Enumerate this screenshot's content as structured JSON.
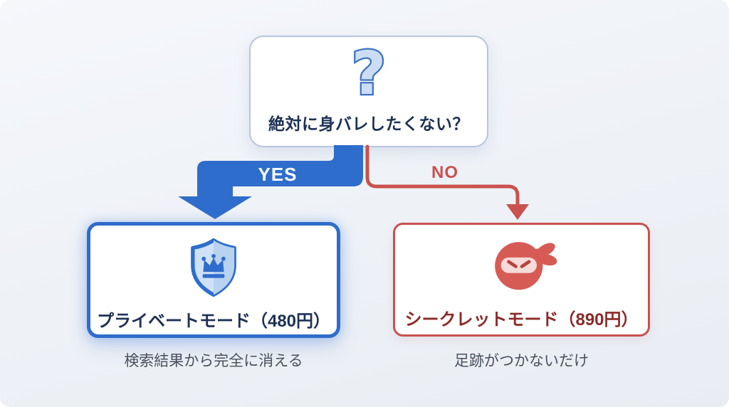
{
  "colors": {
    "blue": "#2e6dcb",
    "red": "#c9514e",
    "navy": "#1d3156",
    "maroon": "#8c2a28",
    "caption": "#49505f",
    "border_light": "#b7c6df",
    "q_icon_fill": "#cdddf5",
    "q_icon_stroke": "#3a72c6",
    "shield_fill": "#cfe1f7",
    "shield_shade": "#b9d2ef",
    "ninja_red": "#d75b55",
    "ninja_mask": "#f6dbd9",
    "ninja_eye": "#b8423d"
  },
  "question": {
    "icon": "question-mark-icon",
    "text": "絶対に身バレしたくない？"
  },
  "branches": {
    "yes": {
      "label": "YES"
    },
    "no": {
      "label": "NO"
    }
  },
  "options": [
    {
      "id": "private-mode",
      "icon": "shield-crown-icon",
      "title": "プライベートモード（480円）",
      "caption": "検索結果から完全に消える"
    },
    {
      "id": "secret-mode",
      "icon": "ninja-icon",
      "title": "シークレットモード（890円）",
      "caption": "足跡がつかないだけ"
    }
  ]
}
